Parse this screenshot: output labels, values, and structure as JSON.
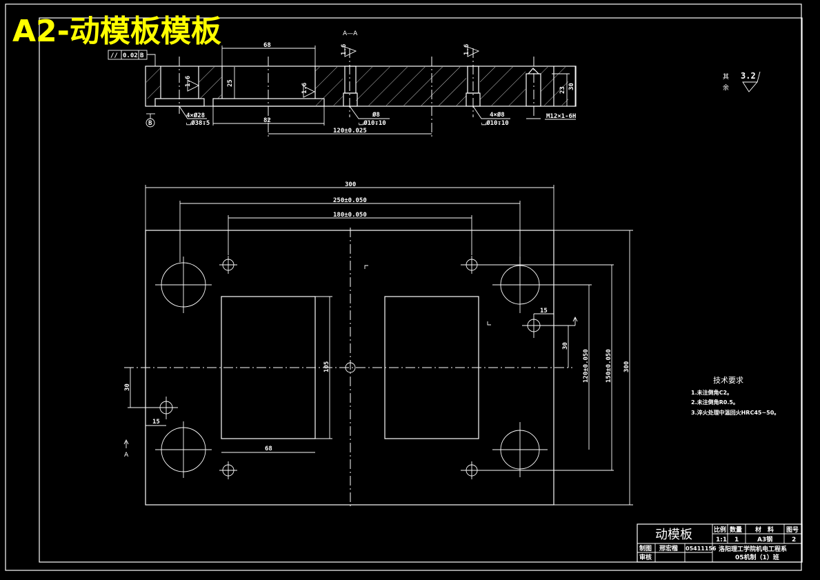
{
  "title": "A2-动模板模板",
  "section_label": "A—A",
  "section_view": {
    "tolerance_frame": {
      "symbol": "//",
      "value": "0.02",
      "datum": "B"
    },
    "datum_label": "B",
    "dims": {
      "width_68": "68",
      "depth_25": "25",
      "width_82": "82",
      "spacing_120": "120±0.025",
      "height_23": "23",
      "height_30": "30"
    },
    "roughness": [
      "1.6",
      "1.6",
      "1.6",
      "1.6"
    ],
    "callouts": {
      "hole_28_count": "4×Ø28",
      "hole_28_cbore": "⌴Ø38↧5",
      "hole_8": "Ø8",
      "hole_8_cbore": "⌴Ø10↧10",
      "hole_8x4": "4×Ø8",
      "hole_8x4_cbore": "⌴Ø10↧10",
      "thread": "M12×1-6H"
    }
  },
  "plan_view": {
    "dims": {
      "overall_width": "300",
      "pitch_250": "250±0.050",
      "pitch_180": "180±0.050",
      "overall_height": "300",
      "pitch_150": "150±0.050",
      "pitch_120": "120±0.050",
      "offset_15_right": "15",
      "offset_30_right": "30",
      "offset_30_left": "30",
      "offset_15_left": "15",
      "pocket_105": "105",
      "pocket_68": "68"
    },
    "section_marker": "A"
  },
  "general_roughness": {
    "label_1": "其",
    "label_2": "余",
    "value": "3.2"
  },
  "tech_requirements": {
    "heading": "技术要求",
    "items": [
      "1.未注倒角C2。",
      "2.未注倒角R0.5。",
      "3.淬火处理中温回火HRC45~50。"
    ]
  },
  "title_block": {
    "part_name": "动模板",
    "headers": [
      "比例",
      "数量",
      "材　料",
      "图号"
    ],
    "values": [
      "1:1",
      "1",
      "A3钢",
      "2"
    ],
    "drawn_label": "制图",
    "drawn_by": "邢宏楷",
    "student_id": "05411156",
    "checked_label": "审核",
    "school": "洛阳理工学院机电工程系",
    "class": "05机制（1）班"
  }
}
